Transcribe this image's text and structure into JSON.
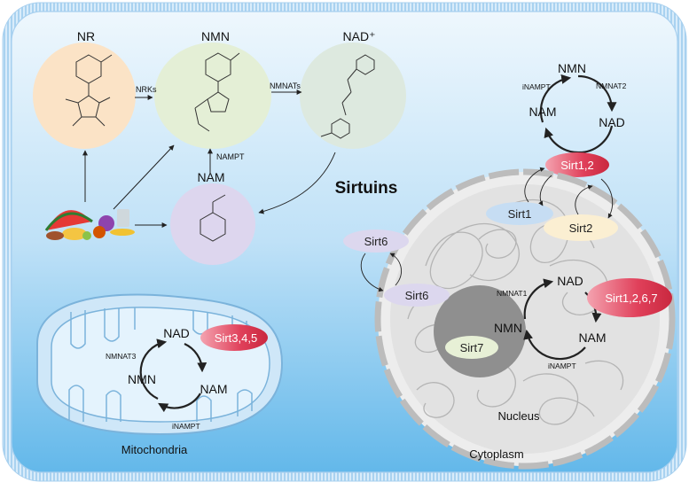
{
  "molecules": {
    "nr": "NR",
    "nmn": "NMN",
    "nad_plus": "NAD⁺",
    "nam": "NAM"
  },
  "enzymes": {
    "nrks": "NRKs",
    "nmnats": "NMNATs",
    "nampt": "NAMPT"
  },
  "sirtuins_title": "Sirtuins",
  "cytoplasm_cycle": {
    "nmn": "NMN",
    "nad": "NAD",
    "nam": "NAM",
    "inampt": "iNAMPT",
    "nmnat2": "NMNAT2",
    "sirt": "Sirt1,2"
  },
  "nucleus": {
    "label": "Nucleus",
    "sirt1": "Sirt1",
    "sirt2": "Sirt2",
    "sirt6_outer": "Sirt6",
    "sirt6_inner": "Sirt6",
    "sirt7": "Sirt7",
    "sirt_group": "Sirt1,2,6,7",
    "nmnat1": "NMNAT1",
    "nad": "NAD",
    "nmn": "NMN",
    "nam": "NAM",
    "inampt": "iNAMPT"
  },
  "mitochondria": {
    "label": "Mitochondria",
    "nad": "NAD",
    "nmn": "NMN",
    "nam": "NAM",
    "nmnat3": "NMNAT3",
    "inampt": "iNAMPT",
    "sirt": "Sirt3,4,5"
  },
  "cytoplasm_label": "Cytoplasm",
  "colors": {
    "cell_gradient_top": "#e8f4fd",
    "cell_gradient_bottom": "#5fb6ea",
    "membrane": "#9ccbee",
    "nr_circle": "#fbe3c6",
    "nmn_circle": "#e4efd6",
    "nad_circle": "#dde9df",
    "nam_circle": "#ddd6ee",
    "sirt_red": "#e0405a",
    "sirt1_blue": "#c6ddf3",
    "sirt2_cream": "#fbefd2",
    "sirt6_lavender": "#dcd7ee",
    "sirt7_green": "#e7f0d6",
    "nucleus_fill": "#e4e4e4",
    "nucleolus": "#8f8f8f",
    "mito_fill": "#dbeefa"
  }
}
